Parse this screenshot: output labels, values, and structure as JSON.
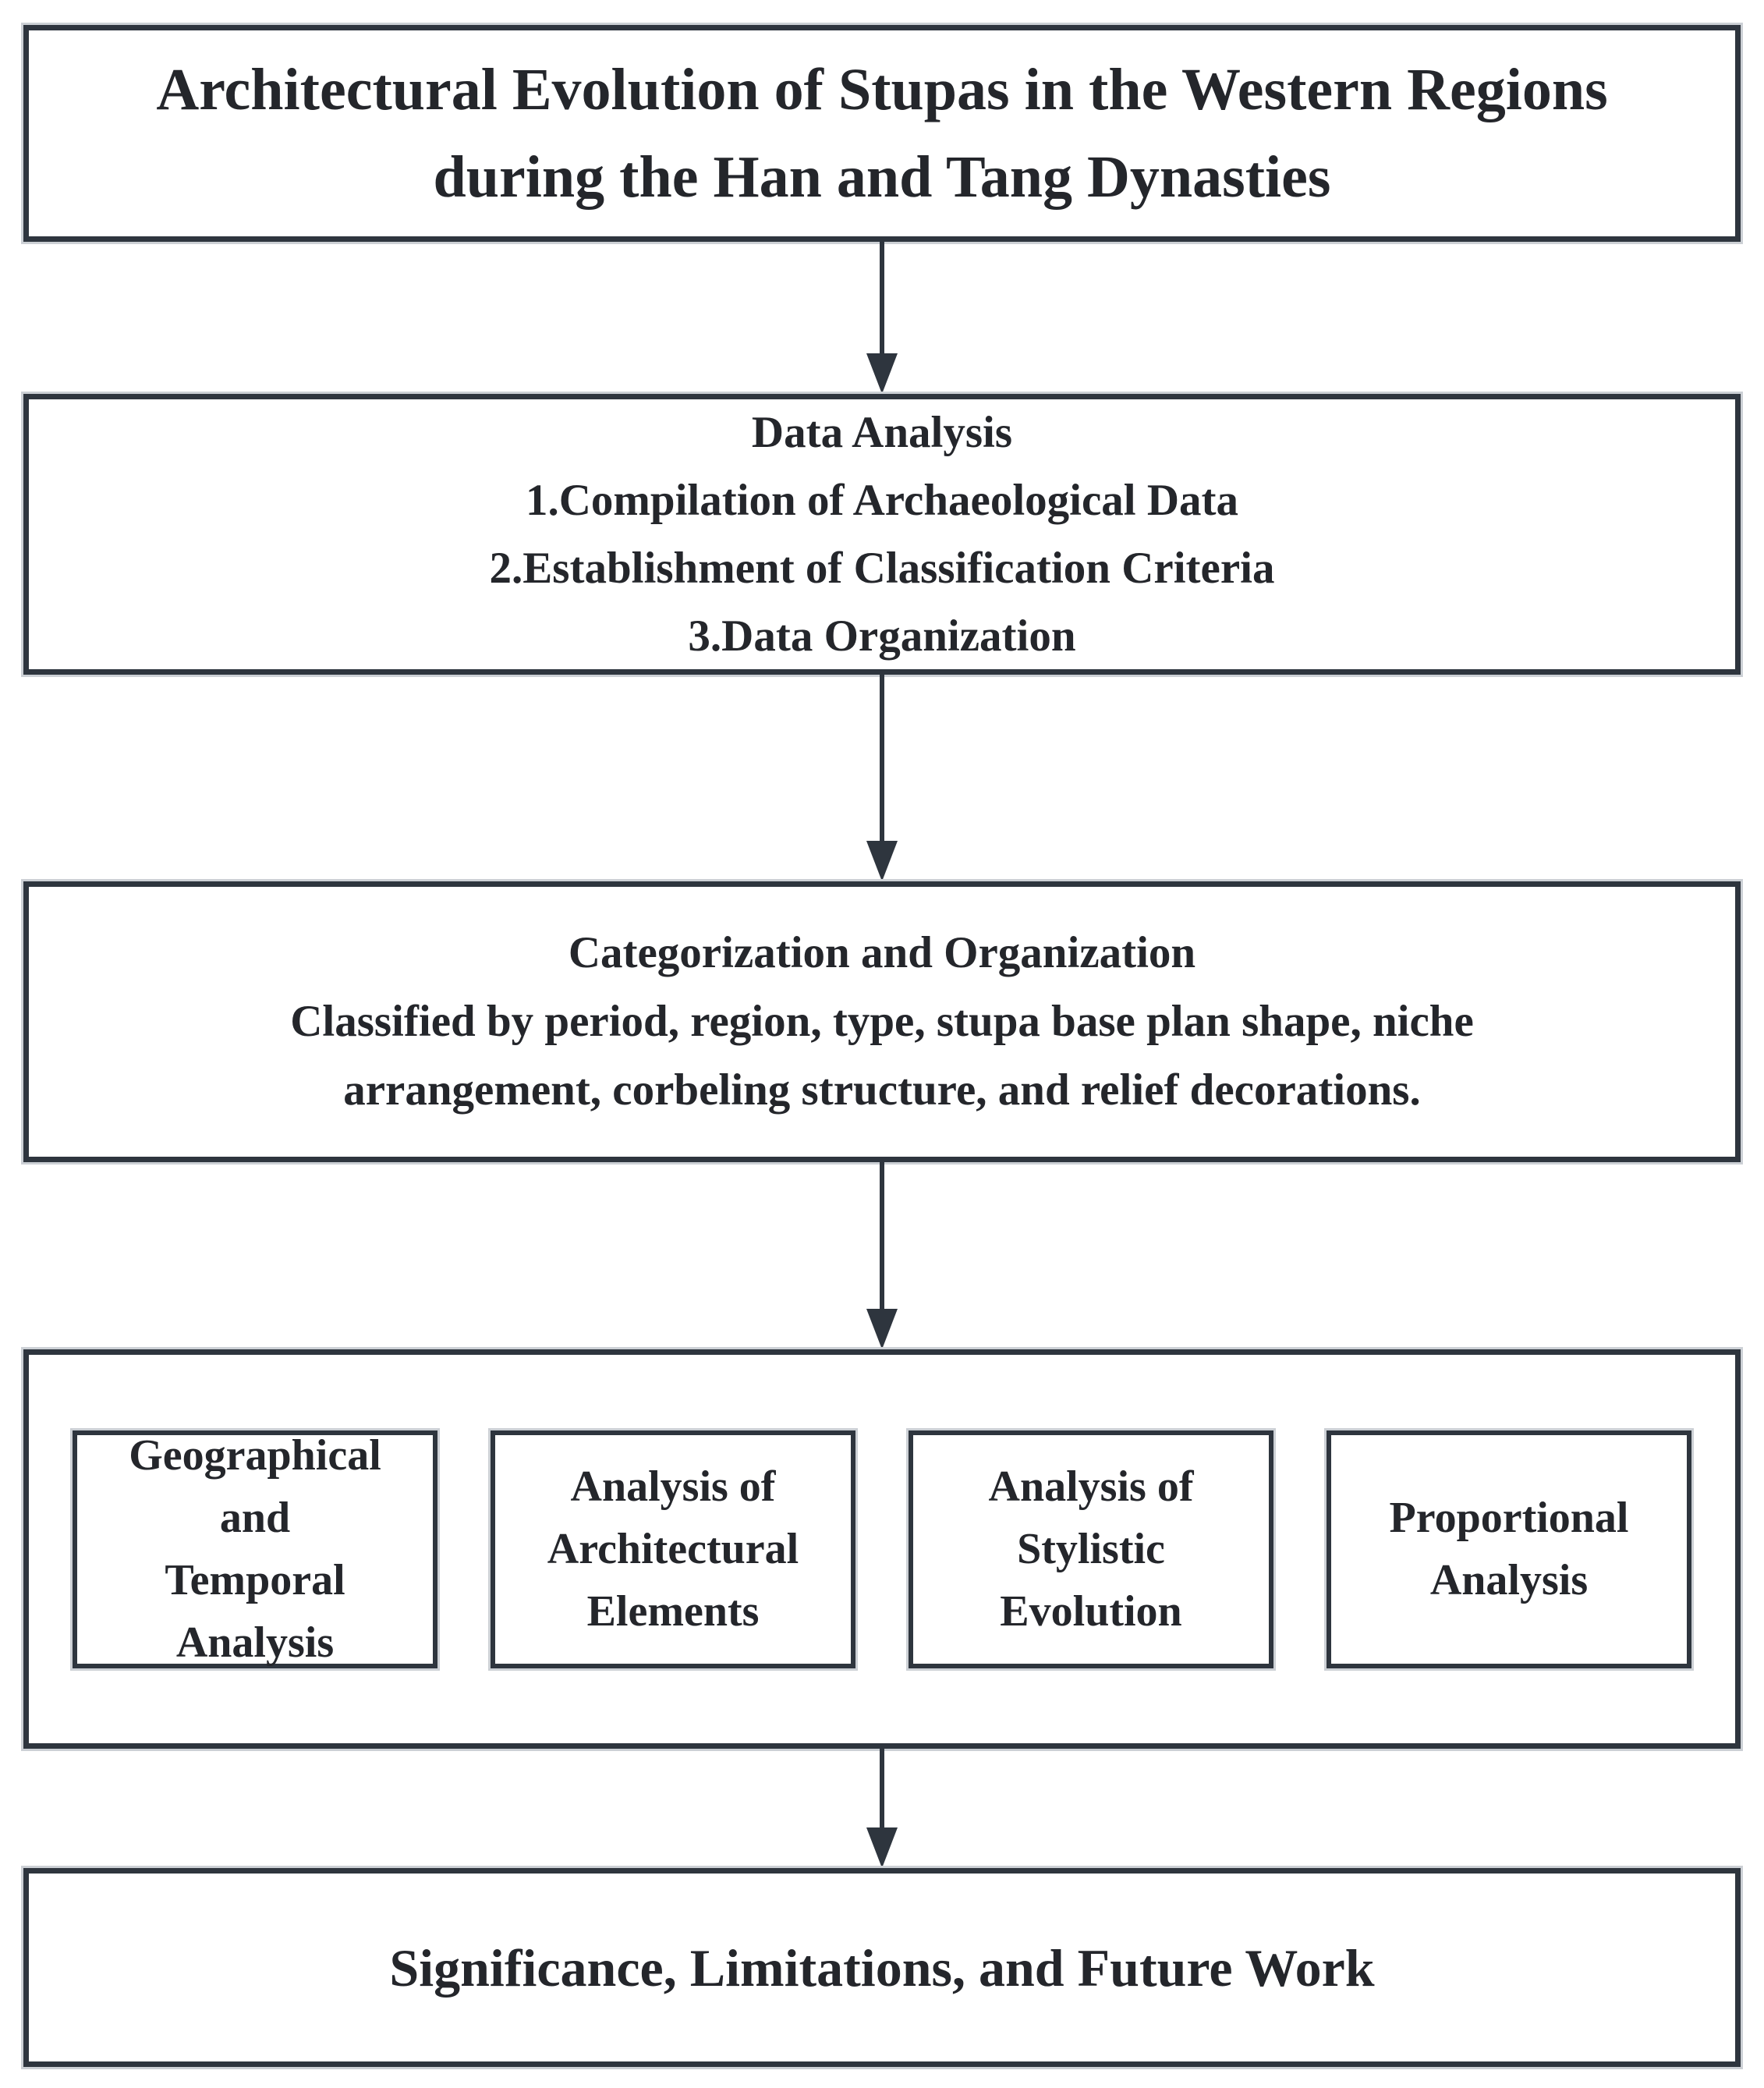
{
  "style": {
    "border_color": "#2e353e",
    "halo_color": "#ccd0d5",
    "text_color": "#24262b",
    "background_color": "#ffffff"
  },
  "flowchart": {
    "title_box": {
      "text": "Architectural Evolution of Stupas in the Western Regions\nduring the Han and Tang Dynasties"
    },
    "data_analysis_box": {
      "title": "Data Analysis",
      "items": [
        "1.Compilation of Archaeological Data",
        "2.Establishment of Classification Criteria",
        "3.Data Organization"
      ]
    },
    "categorization_box": {
      "title": "Categorization and Organization",
      "description": "Classified by period, region, type, stupa base plan shape, niche\narrangement, corbeling structure, and relief decorations."
    },
    "analysis_group": {
      "boxes": [
        {
          "text": "Geographical\nand\nTemporal\nAnalysis"
        },
        {
          "text": "Analysis of\nArchitectural\nElements"
        },
        {
          "text": "Analysis of\nStylistic\nEvolution"
        },
        {
          "text": "Proportional\nAnalysis"
        }
      ]
    },
    "conclusion_box": {
      "text": "Significance, Limitations, and Future Work"
    }
  }
}
